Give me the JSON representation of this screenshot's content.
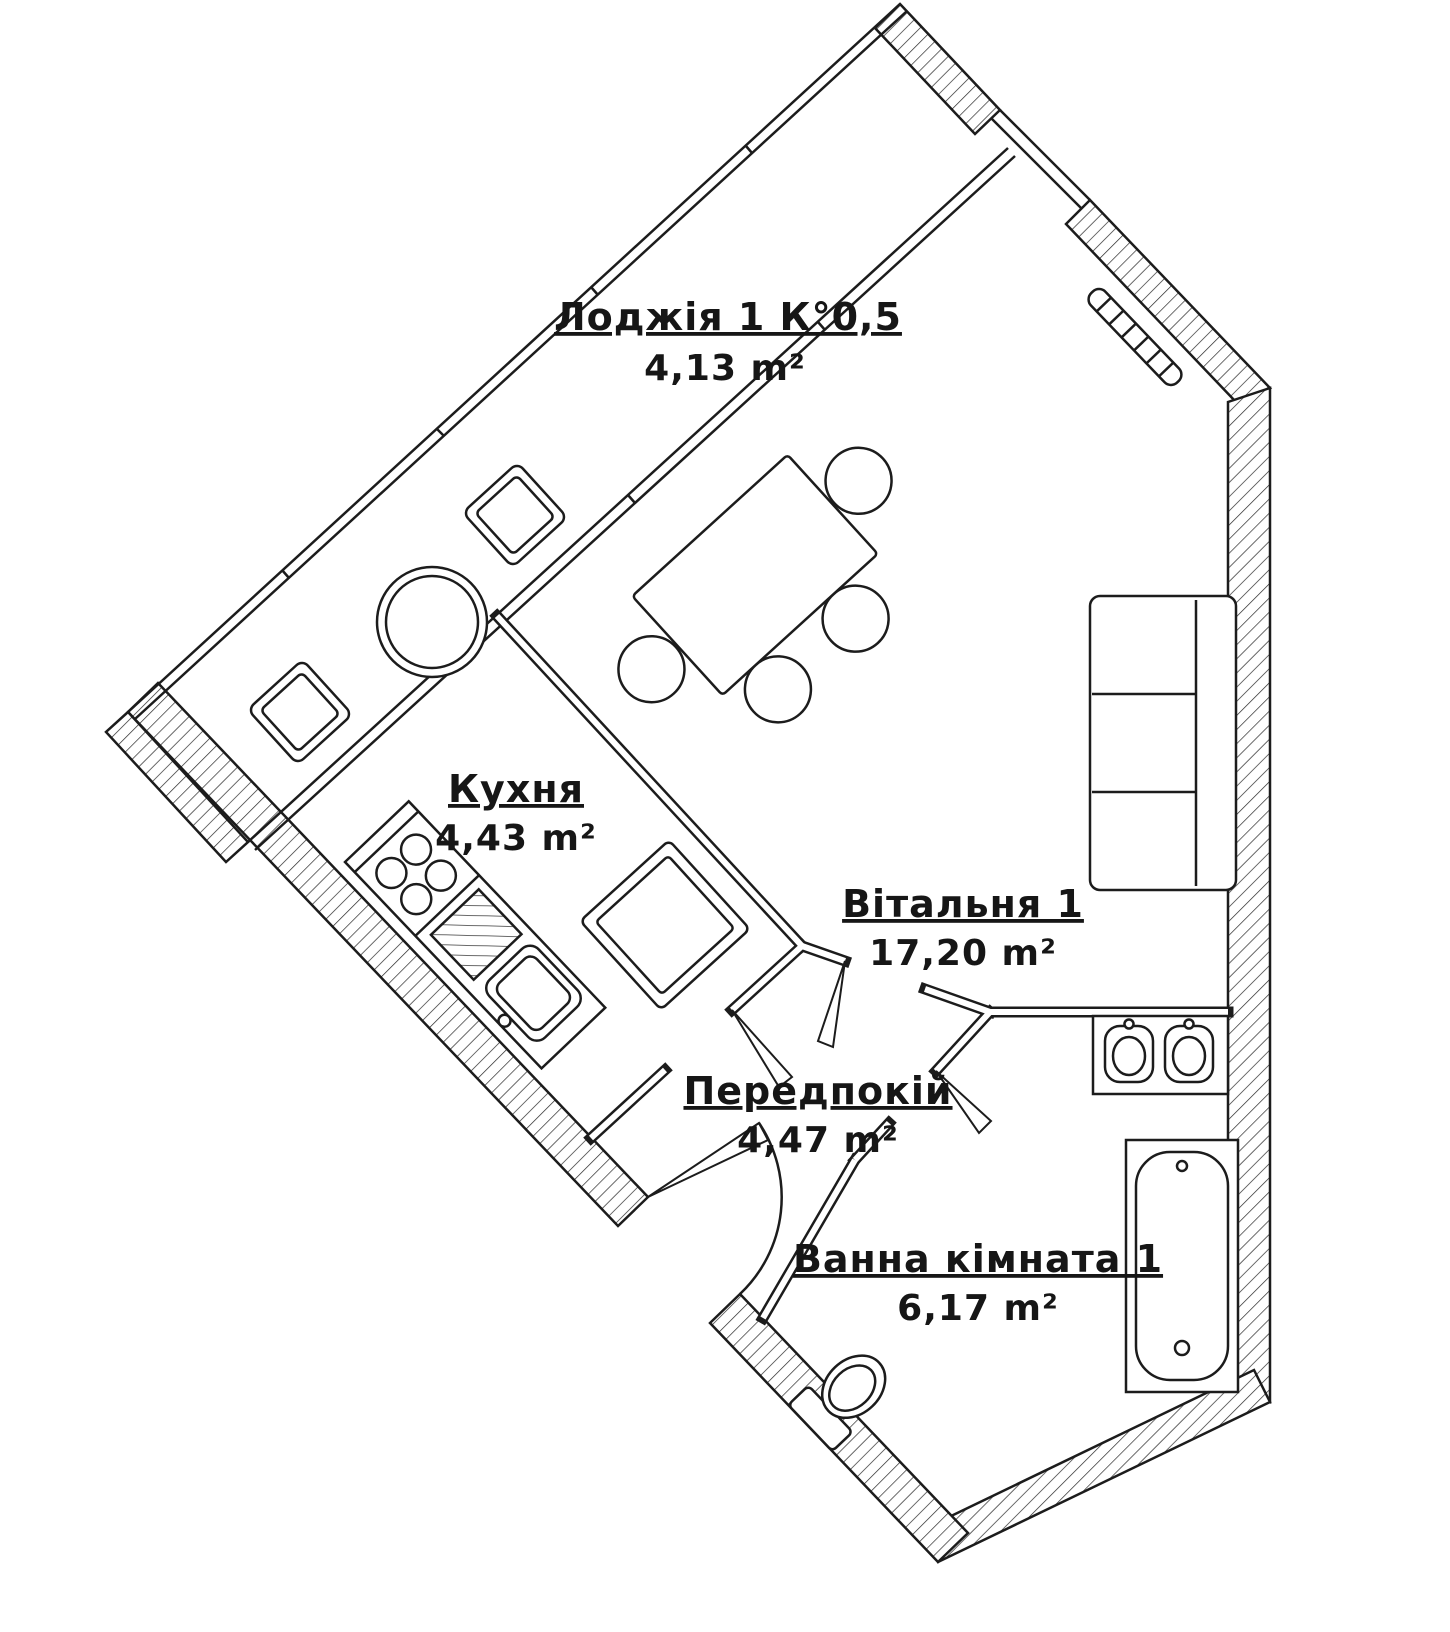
{
  "plan": {
    "rooms": [
      {
        "id": "loggia",
        "name": "Лоджія 1 К°0,5",
        "area": "4,13 m²"
      },
      {
        "id": "kitchen",
        "name": "Кухня",
        "area": "4,43 m²"
      },
      {
        "id": "living",
        "name": "Вітальня 1",
        "area": "17,20 m²"
      },
      {
        "id": "hallway",
        "name": "Передпокій",
        "area": "4,47 m²"
      },
      {
        "id": "bathroom",
        "name": "Ванна кімната 1",
        "area": "6,17 m²"
      }
    ],
    "fixtures": [
      "loggia-stool",
      "loggia-round-table",
      "dining-table",
      "dining-chair",
      "kitchen-counter",
      "stove",
      "sink",
      "drying-rack",
      "kitchen-table",
      "sofa",
      "radiator",
      "washbasin",
      "bathtub",
      "toilet",
      "entry-door",
      "interior-door"
    ],
    "colors": {
      "line": "#1c1c1c",
      "background": "#ffffff",
      "label": "#161616"
    }
  }
}
